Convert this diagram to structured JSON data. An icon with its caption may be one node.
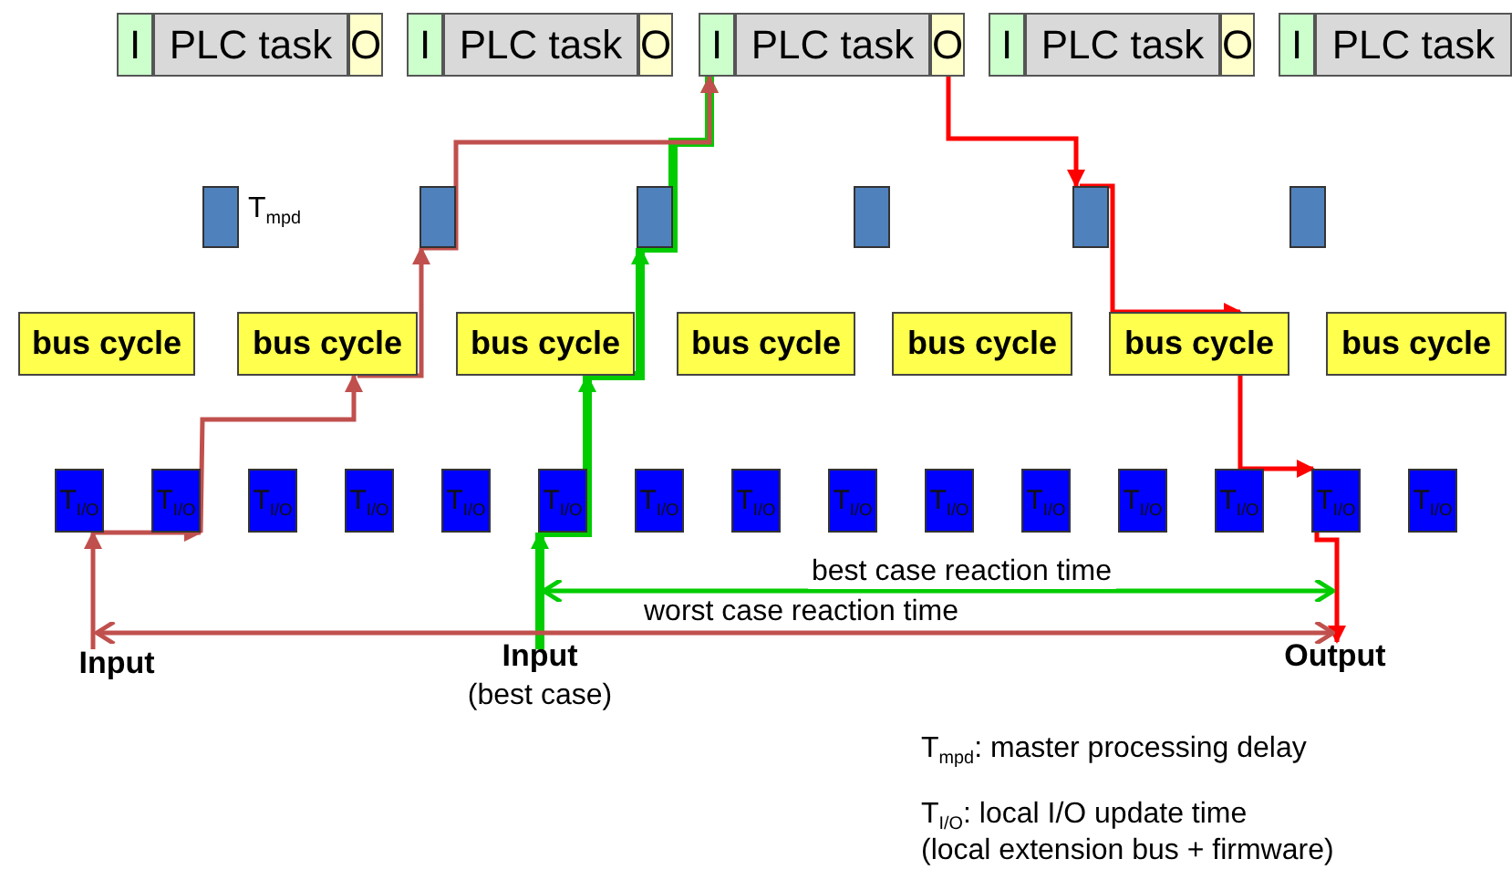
{
  "diagram": {
    "nodes": [
      {
        "text": [
          "I"
        ]
      },
      {
        "text": [
          "PLC task"
        ]
      },
      {
        "text": [
          "O"
        ]
      },
      {
        "text": [
          "I"
        ]
      },
      {
        "text": [
          "PLC task"
        ]
      },
      {
        "text": [
          "O"
        ]
      },
      {
        "text": [
          "I"
        ]
      },
      {
        "text": [
          "PLC task"
        ]
      },
      {
        "text": [
          "O"
        ]
      },
      {
        "text": [
          "I"
        ]
      },
      {
        "text": [
          "PLC task"
        ]
      },
      {
        "text": [
          "O"
        ]
      },
      {
        "text": [
          "I"
        ]
      },
      {
        "text": [
          "PLC task"
        ]
      },
      {
        "text": [],
        "shape": "box",
        "beside": [
          "T$_{mpd}$"
        ]
      },
      {
        "text": [],
        "shape": "box"
      },
      {
        "text": [],
        "shape": "box"
      },
      {
        "text": [],
        "shape": "box"
      },
      {
        "text": [],
        "shape": "box"
      },
      {
        "text": [],
        "shape": "box"
      },
      {
        "text": [
          "bus cycle"
        ]
      },
      {
        "text": [
          "bus cycle"
        ]
      },
      {
        "text": [
          "bus cycle"
        ]
      },
      {
        "text": [
          "bus cycle"
        ]
      },
      {
        "text": [
          "bus cycle"
        ]
      },
      {
        "text": [
          "bus cycle"
        ]
      },
      {
        "text": [
          "bus cycle"
        ]
      },
      {
        "text": [
          "T$_{I/O}$"
        ]
      },
      {
        "text": [
          "T$_{I/O}$"
        ]
      },
      {
        "text": [
          "T$_{I/O}$"
        ]
      },
      {
        "text": [
          "T$_{I/O}$"
        ]
      },
      {
        "text": [
          "T$_{I/O}$"
        ]
      },
      {
        "text": [
          "T$_{I/O}$"
        ]
      },
      {
        "text": [
          "T$_{I/O}$"
        ]
      },
      {
        "text": [
          "T$_{I/O}$"
        ]
      },
      {
        "text": [
          "T$_{I/O}$"
        ]
      },
      {
        "text": [
          "T$_{I/O}$"
        ]
      },
      {
        "text": [
          "T$_{I/O}$"
        ]
      },
      {
        "text": [
          "T$_{I/O}$"
        ]
      },
      {
        "text": [
          "T$_{I/O}$"
        ]
      },
      {
        "text": [
          "T$_{I/O}$"
        ]
      },
      {
        "text": [
          "T$_{I/O}$"
        ]
      },
      {
        "text": [
          "Input"
        ]
      },
      {
        "text": [
          "Input",
          "(best case)"
        ]
      },
      {
        "text": [
          "Output"
        ]
      }
    ],
    "edges": [
      {
        "from": 42,
        "to": 27,
        "arrow": "to"
      },
      {
        "from": 27,
        "to": 28,
        "arrow": "to"
      },
      {
        "from": 28,
        "to": 21,
        "arrow": "to"
      },
      {
        "from": 21,
        "to": 15,
        "arrow": "to"
      },
      {
        "from": 15,
        "to": 6,
        "arrow": "to"
      },
      {
        "from": 43,
        "to": 32,
        "arrow": "to",
        "style": "thick",
        "color": "#00cc00"
      },
      {
        "from": 32,
        "to": 22,
        "arrow": "to",
        "style": "thick",
        "color": "#00cc00"
      },
      {
        "from": 22,
        "to": 16,
        "arrow": "to",
        "style": "thick",
        "color": "#00cc00"
      },
      {
        "from": 16,
        "to": 6,
        "arrow": "to",
        "style": "thick",
        "color": "#00cc00"
      },
      {
        "from": 8,
        "to": 18,
        "arrow": "to",
        "color": "#ff0000"
      },
      {
        "from": 18,
        "to": 25,
        "arrow": "to",
        "color": "#ff0000"
      },
      {
        "from": 25,
        "to": 40,
        "arrow": "to",
        "color": "#ff0000"
      },
      {
        "from": 40,
        "to": 44,
        "arrow": "to",
        "color": "#ff0000"
      },
      {
        "from": 43,
        "to": 44,
        "arrow": "both",
        "label": "best case reaction time",
        "color": "#00cc00"
      },
      {
        "from": 42,
        "to": 44,
        "arrow": "both",
        "label": "worst case reaction time"
      }
    ],
    "labels": [
      "T$_{mpd}$: master processing delay",
      "T$_{I/O}$: local I/O update time",
      "(local extension bus + firmware)"
    ]
  }
}
